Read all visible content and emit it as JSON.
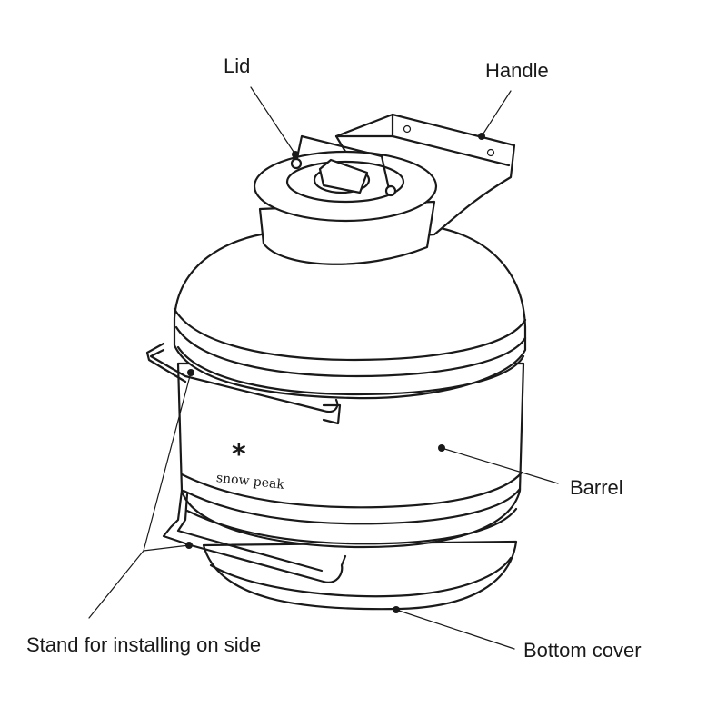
{
  "labels": {
    "lid": "Lid",
    "handle": "Handle",
    "barrel": "Barrel",
    "stand": "Stand for installing on side",
    "bottom_cover": "Bottom cover"
  },
  "brand": {
    "name": "snow peak",
    "logo_icon": "asterisk-snowflake-icon"
  },
  "colors": {
    "line": "#1a1a1a",
    "background": "#ffffff"
  }
}
